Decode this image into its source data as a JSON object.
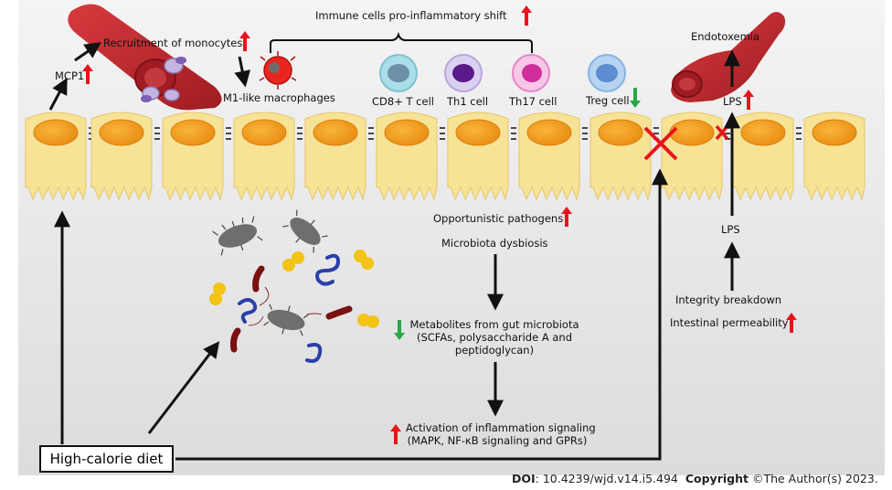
{
  "labels": {
    "immune_shift": "Immune cells pro-inflammatory shift",
    "recruitment": "Recruitment of monocytes",
    "mcp1": "MCP1",
    "m1_macrophages": "M1-like macrophages",
    "cd8": "CD8+ T cell",
    "th1": "Th1 cell",
    "th17": "Th17 cell",
    "treg": "Treg cell",
    "endotoxemia": "Endotoxemia",
    "lps_top": "LPS",
    "lps_mid": "LPS",
    "opportunistic": "Opportunistic pathogens",
    "dysbiosis": "Microbiota dysbiosis",
    "metabolites_1": "Metabolites from gut microbiota",
    "metabolites_2": "(SCFAs, polysaccharide A and",
    "metabolites_3": "peptidoglycan)",
    "activation_1": "Activation of inflammation signaling",
    "activation_2": "(MAPK, NF-κB signaling and GPRs)",
    "integrity": "Integrity breakdown",
    "permeability": "Intestinal permeability",
    "diet": "High-calorie diet"
  },
  "footer": {
    "doi_label": "DOI",
    "doi_value": ": 10.4239/wjd.v14.i5.494",
    "copyright_label": "Copyright",
    "copyright_value": " ©The Author(s) 2023."
  },
  "colors": {
    "up_arrow": "#e8141b",
    "down_arrow": "#27a844",
    "epithelium": "#f7e396",
    "nucleus": "#f5a623",
    "vessel": "#c0282e",
    "background": "#ececec"
  }
}
